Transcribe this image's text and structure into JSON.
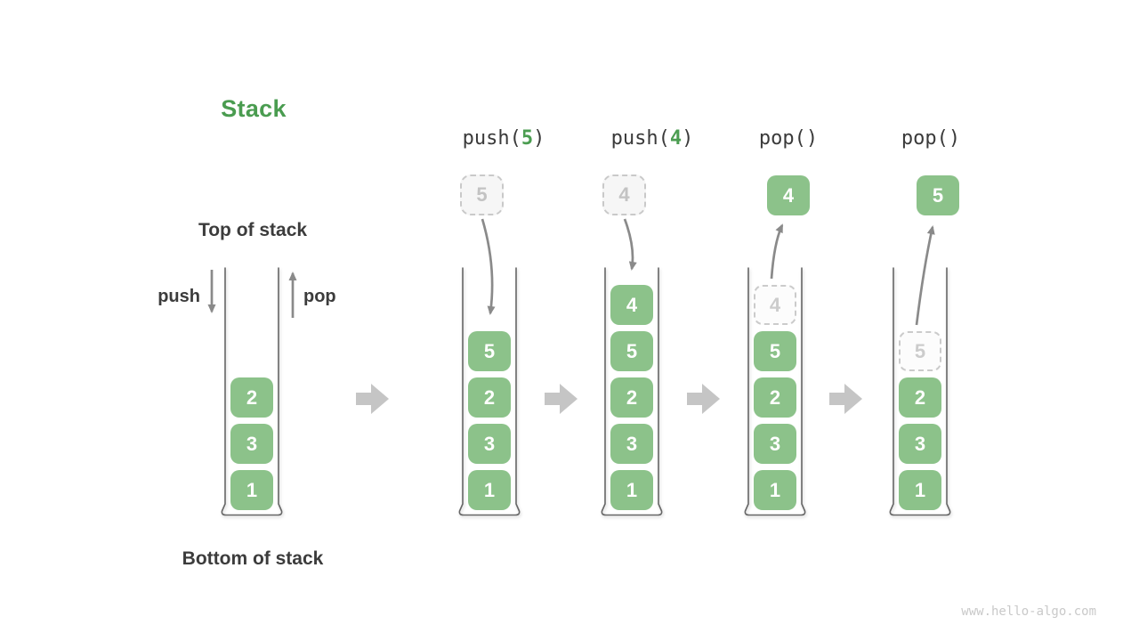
{
  "title": "Stack",
  "labels": {
    "top": "Top of stack",
    "bottom": "Bottom of stack",
    "push": "push",
    "pop": "pop"
  },
  "watermark": "www.hello-algo.com",
  "colors": {
    "item_green": "#8CC28A",
    "title_green": "#4A9C50",
    "op_arg_green": "#4B9D51",
    "dark_text": "#3C3C3C",
    "thin_arrow_gray": "#8A8A8A",
    "block_arrow_gray": "#C5C5C5",
    "ghost_border_gray": "#C9C9C9",
    "ghost_text_gray": "#C5C5C5",
    "container_stroke": "#666666",
    "watermark_gray": "#C9C9C9"
  },
  "columns": [
    {
      "name": "initial-stack",
      "items": [
        "2",
        "3",
        "1"
      ]
    },
    {
      "name": "push-5",
      "op": {
        "prefix": "push(",
        "arg": "5",
        "suffix": ")"
      },
      "incoming": "5",
      "items": [
        "5",
        "2",
        "3",
        "1"
      ]
    },
    {
      "name": "push-4",
      "op": {
        "prefix": "push(",
        "arg": "4",
        "suffix": ")"
      },
      "incoming": "4",
      "items": [
        "4",
        "5",
        "2",
        "3",
        "1"
      ]
    },
    {
      "name": "pop-4",
      "op": {
        "prefix": "pop()",
        "arg": "",
        "suffix": ""
      },
      "popped": "4",
      "removed_ghost": "4",
      "items": [
        "5",
        "2",
        "3",
        "1"
      ]
    },
    {
      "name": "pop-5",
      "op": {
        "prefix": "pop()",
        "arg": "",
        "suffix": ""
      },
      "popped": "5",
      "removed_ghost": "5",
      "items": [
        "2",
        "3",
        "1"
      ]
    }
  ]
}
